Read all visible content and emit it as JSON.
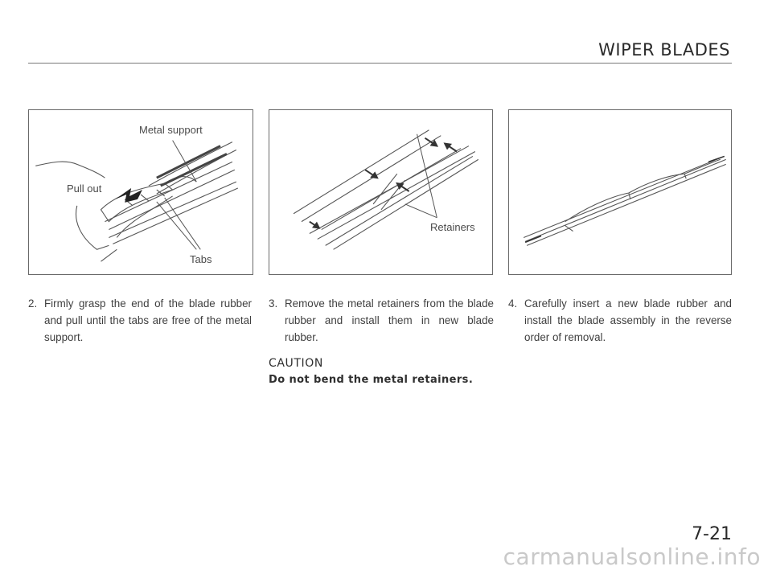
{
  "header": {
    "title": "WIPER BLADES"
  },
  "figures": {
    "fig1": {
      "label_metal_support": "Metal support",
      "label_pull_out": "Pull out",
      "label_tabs": "Tabs"
    },
    "fig2": {
      "label_retainers": "Retainers"
    }
  },
  "steps": [
    {
      "number": "2.",
      "text": "Firmly grasp the end of the blade rubber and pull until the tabs are free of the metal support."
    },
    {
      "number": "3.",
      "text": "Remove the metal retainers from the blade rubber and install them in new blade rubber."
    },
    {
      "number": "4.",
      "text": "Carefully insert a new blade rubber and install the blade assembly in the reverse order of removal."
    }
  ],
  "caution": {
    "title": "CAUTION",
    "text": "Do not bend the metal retainers."
  },
  "page_number": "7-21",
  "watermark": "carmanualsonline.info"
}
